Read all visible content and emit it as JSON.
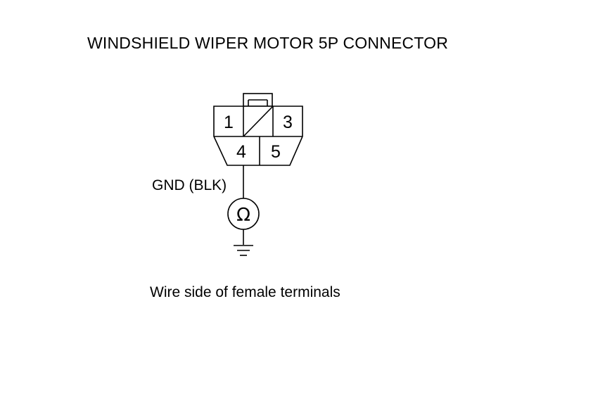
{
  "diagram": {
    "title": "WINDSHIELD WIPER MOTOR 5P CONNECTOR",
    "connector": {
      "pins": [
        {
          "id": "pin-1",
          "label": "1"
        },
        {
          "id": "pin-3",
          "label": "3"
        },
        {
          "id": "pin-4",
          "label": "4"
        },
        {
          "id": "pin-5",
          "label": "5"
        }
      ]
    },
    "wire_label": "GND (BLK)",
    "meter_symbol": "Ω",
    "footnote": "Wire side of female terminals",
    "line_color": "#000000",
    "background_color": "#ffffff"
  }
}
